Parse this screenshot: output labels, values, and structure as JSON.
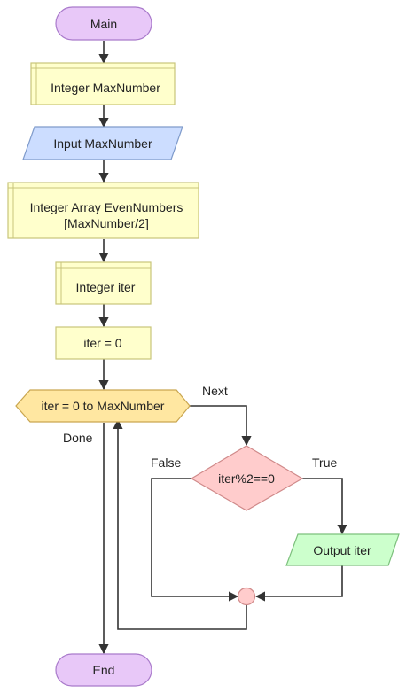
{
  "flowchart": {
    "nodes": {
      "main": {
        "label": "Main",
        "shape": "terminal",
        "fill": "#E8C8F8",
        "stroke": "#A97ACB"
      },
      "decl_max": {
        "label": "Integer MaxNumber",
        "shape": "declaration",
        "fill": "#FFFFCC",
        "stroke": "#C8C47A"
      },
      "input_max": {
        "label": "Input MaxNumber",
        "shape": "io",
        "fill": "#CCDDFF",
        "stroke": "#7F9BCB"
      },
      "decl_array": {
        "label_line1": "Integer Array EvenNumbers",
        "label_line2": "[MaxNumber/2]",
        "shape": "declaration",
        "fill": "#FFFFCC",
        "stroke": "#C8C47A"
      },
      "decl_iter": {
        "label": "Integer iter",
        "shape": "declaration",
        "fill": "#FFFFCC",
        "stroke": "#C8C47A"
      },
      "assign_iter": {
        "label": "iter = 0",
        "shape": "process",
        "fill": "#FFFFCC",
        "stroke": "#C8C47A"
      },
      "loop": {
        "label": "iter = 0 to MaxNumber",
        "shape": "loop",
        "fill": "#FFE7A1",
        "stroke": "#C9A650"
      },
      "decision": {
        "label": "iter%2==0",
        "shape": "decision",
        "fill": "#FFCCCC",
        "stroke": "#D08A8A"
      },
      "output_iter": {
        "label": "Output iter",
        "shape": "io",
        "fill": "#CCFFCC",
        "stroke": "#7CC07C"
      },
      "junction": {
        "shape": "connector",
        "fill": "#FFCCCC",
        "stroke": "#D08A8A"
      },
      "end": {
        "label": "End",
        "shape": "terminal",
        "fill": "#E8C8F8",
        "stroke": "#A97ACB"
      }
    },
    "edge_labels": {
      "next": "Next",
      "done": "Done",
      "false": "False",
      "true": "True"
    },
    "colors": {
      "edge": "#333333",
      "text": "#222222",
      "background": "#FFFFFF"
    }
  }
}
